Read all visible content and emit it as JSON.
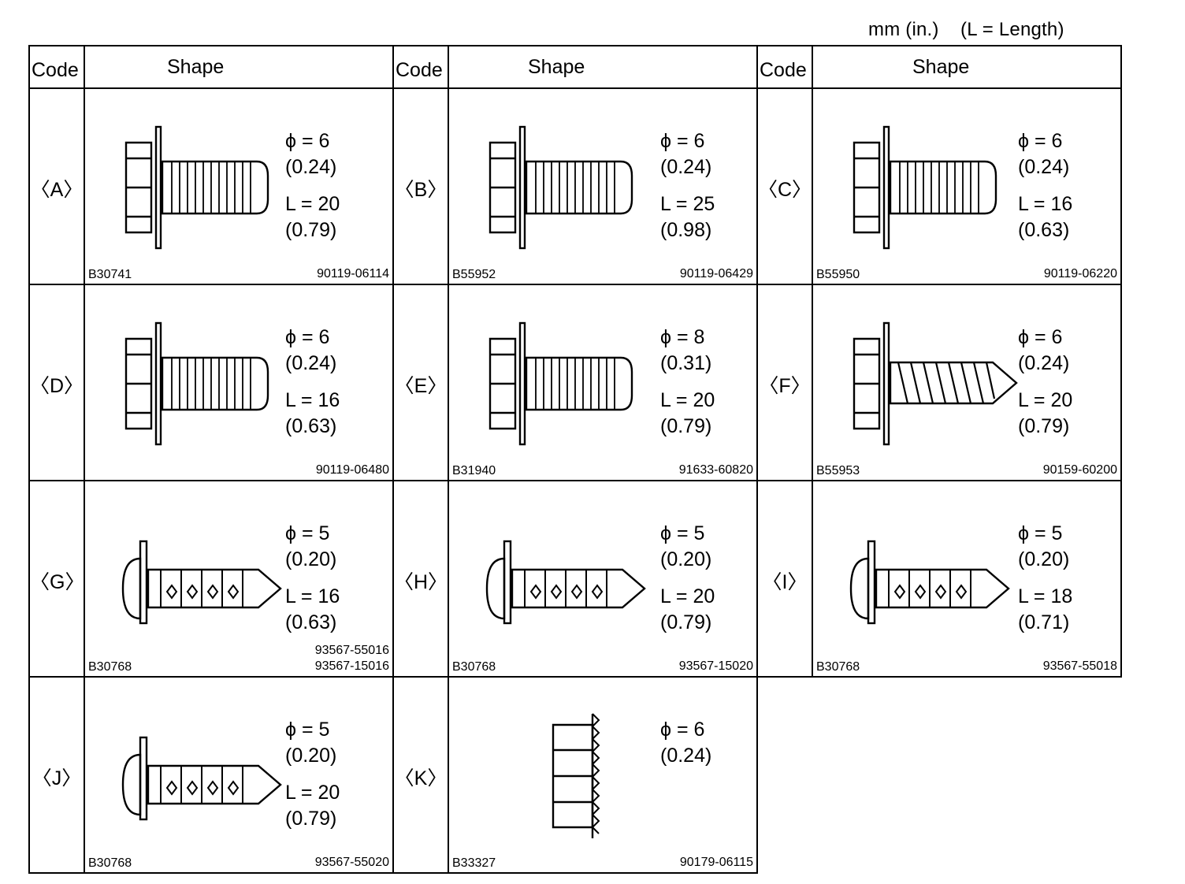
{
  "header": {
    "units": "mm (in.)    (L = Length)"
  },
  "columns": {
    "code_header": "Code",
    "shape_header": "Shape"
  },
  "parts": [
    {
      "code": "〈A〉",
      "dia": "ϕ = 6",
      "dia_in": "(0.24)",
      "len": "L = 20",
      "len_in": "(0.79)",
      "fig": "B30741",
      "part_nos": [
        "90119-06114"
      ],
      "icon": "hex-bolt-washer-icon"
    },
    {
      "code": "〈B〉",
      "dia": "ϕ = 6",
      "dia_in": "(0.24)",
      "len": "L = 25",
      "len_in": "(0.98)",
      "fig": "B55952",
      "part_nos": [
        "90119-06429"
      ],
      "icon": "hex-bolt-washer-icon"
    },
    {
      "code": "〈C〉",
      "dia": "ϕ = 6",
      "dia_in": "(0.24)",
      "len": "L = 16",
      "len_in": "(0.63)",
      "fig": "B55950",
      "part_nos": [
        "90119-06220"
      ],
      "icon": "hex-bolt-washer-icon"
    },
    {
      "code": "〈D〉",
      "dia": "ϕ = 6",
      "dia_in": "(0.24)",
      "len": "L = 16",
      "len_in": "(0.63)",
      "fig": "",
      "part_nos": [
        "90119-06480"
      ],
      "icon": "hex-bolt-washer-icon"
    },
    {
      "code": "〈E〉",
      "dia": "ϕ = 8",
      "dia_in": "(0.31)",
      "len": "L = 20",
      "len_in": "(0.79)",
      "fig": "B31940",
      "part_nos": [
        "91633-60820"
      ],
      "icon": "hex-bolt-washer-icon"
    },
    {
      "code": "〈F〉",
      "dia": "ϕ = 6",
      "dia_in": "(0.24)",
      "len": "L = 20",
      "len_in": "(0.79)",
      "fig": "B55953",
      "part_nos": [
        "90159-60200"
      ],
      "icon": "hex-tapping-screw-icon"
    },
    {
      "code": "〈G〉",
      "dia": "ϕ = 5",
      "dia_in": "(0.20)",
      "len": "L = 16",
      "len_in": "(0.63)",
      "fig": "B30768",
      "part_nos": [
        "93567-55016",
        "93567-15016"
      ],
      "icon": "pan-tapping-screw-icon"
    },
    {
      "code": "〈H〉",
      "dia": "ϕ = 5",
      "dia_in": "(0.20)",
      "len": "L = 20",
      "len_in": "(0.79)",
      "fig": "B30768",
      "part_nos": [
        "93567-15020"
      ],
      "icon": "pan-tapping-screw-icon"
    },
    {
      "code": "〈I〉",
      "dia": "ϕ = 5",
      "dia_in": "(0.20)",
      "len": "L = 18",
      "len_in": "(0.71)",
      "fig": "B30768",
      "part_nos": [
        "93567-55018"
      ],
      "icon": "pan-tapping-screw-icon"
    },
    {
      "code": "〈J〉",
      "dia": "ϕ = 5",
      "dia_in": "(0.20)",
      "len": "L = 20",
      "len_in": "(0.79)",
      "fig": "B30768",
      "part_nos": [
        "93567-55020"
      ],
      "icon": "pan-tapping-screw-icon"
    },
    {
      "code": "〈K〉",
      "dia": "ϕ = 6",
      "dia_in": "(0.24)",
      "len": "",
      "len_in": "",
      "fig": "B33327",
      "part_nos": [
        "90179-06115"
      ],
      "icon": "flange-nut-icon"
    }
  ]
}
